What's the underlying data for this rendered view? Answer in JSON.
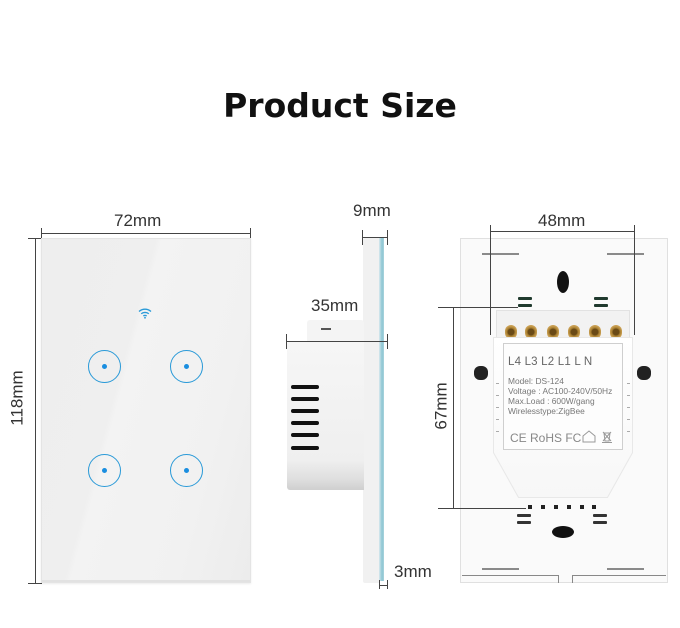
{
  "title": "Product Size",
  "front_view": {
    "width_label": "72mm",
    "height_label": "118mm",
    "wifi_icon": "wifi-icon",
    "buttons": [
      {
        "id": "button-1",
        "icon": "touch-button-icon"
      },
      {
        "id": "button-2",
        "icon": "touch-button-icon"
      },
      {
        "id": "button-3",
        "icon": "touch-button-icon"
      },
      {
        "id": "button-4",
        "icon": "touch-button-icon"
      }
    ],
    "accent_color": "#2a9ad8"
  },
  "side_view": {
    "total_thickness_label": "9mm",
    "depth_label": "35mm",
    "glass_thickness_label": "3mm",
    "glass_color": "#8ec6d3"
  },
  "back_view": {
    "module_width_label": "48mm",
    "module_height_label": "67mm",
    "terminals": [
      "L4",
      "L3",
      "L2",
      "L1",
      "L",
      "N"
    ],
    "terminals_text": "L4  L3  L2  L1   L   N",
    "specs": {
      "model": "Model: DS-124",
      "voltage": "Voltage : AC100-240V/50Hz",
      "max_load": "Max.Load : 600W/gang",
      "wireless": "Wirelesstype:ZigBee"
    },
    "certifications": [
      "CE",
      "RoHS",
      "FC",
      "home-icon",
      "weee-bin-icon"
    ],
    "cert_text": "CE RoHS FC"
  }
}
